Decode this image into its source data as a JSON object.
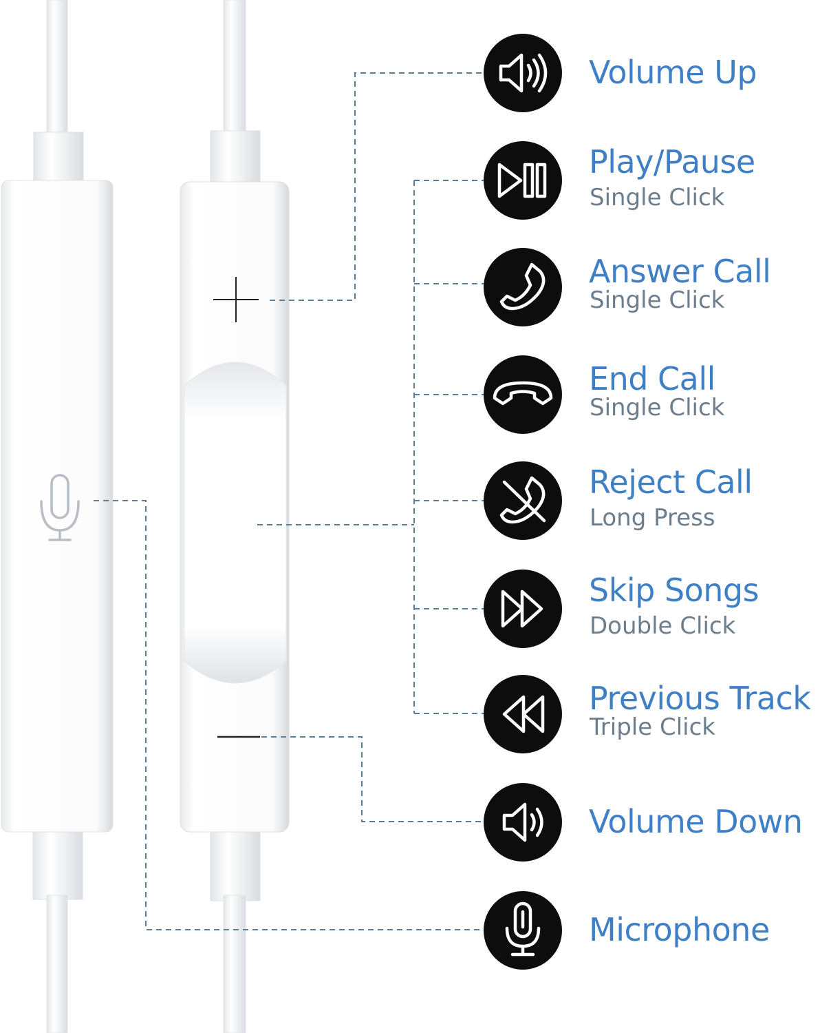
{
  "accent_color": "#3f7fc6",
  "subtitle_color": "#6c7d8c",
  "icon_background": "#0d0d0d",
  "features": {
    "volume_up": {
      "title": "Volume Up",
      "icon": "volume-up-icon"
    },
    "play_pause": {
      "title": "Play/Pause",
      "action": "Single Click",
      "icon": "play-pause-icon"
    },
    "answer_call": {
      "title": "Answer Call",
      "action": "Single Click",
      "icon": "phone-icon"
    },
    "end_call": {
      "title": "End Call",
      "action": "Single Click",
      "icon": "hang-up-icon"
    },
    "reject_call": {
      "title": "Reject Call",
      "action": "Long Press",
      "icon": "phone-slash-icon"
    },
    "skip_songs": {
      "title": "Skip Songs",
      "action": "Double Click",
      "icon": "fast-forward-icon"
    },
    "previous_track": {
      "title": "Previous Track",
      "action": "Triple Click",
      "icon": "rewind-icon"
    },
    "volume_down": {
      "title": "Volume Down",
      "icon": "volume-down-icon"
    },
    "microphone": {
      "title": "Microphone",
      "icon": "microphone-icon"
    }
  }
}
